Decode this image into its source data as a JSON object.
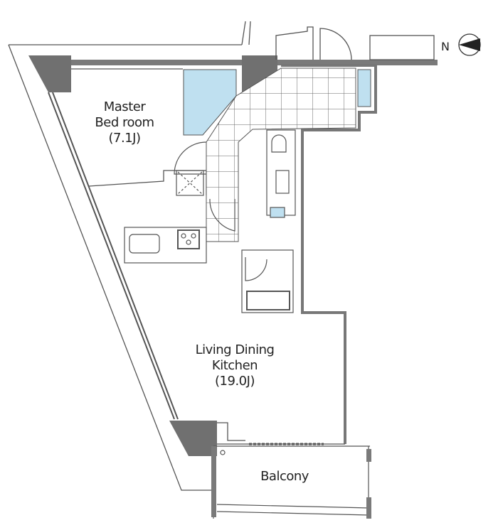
{
  "rooms": {
    "master_bedroom": {
      "name_line1": "Master",
      "name_line2": "Bed room",
      "size": "(7.1J)"
    },
    "ldk": {
      "name_line1": "Living Dining",
      "name_line2": "Kitchen",
      "size": "(19.0J)"
    },
    "balcony": {
      "name": "Balcony"
    }
  },
  "compass": {
    "label": "N",
    "icon": "north-arrow-icon"
  },
  "colors": {
    "wall": "#7a7a7a",
    "pillar": "#707070",
    "storage": "#bfe0f0",
    "line": "#555555"
  }
}
